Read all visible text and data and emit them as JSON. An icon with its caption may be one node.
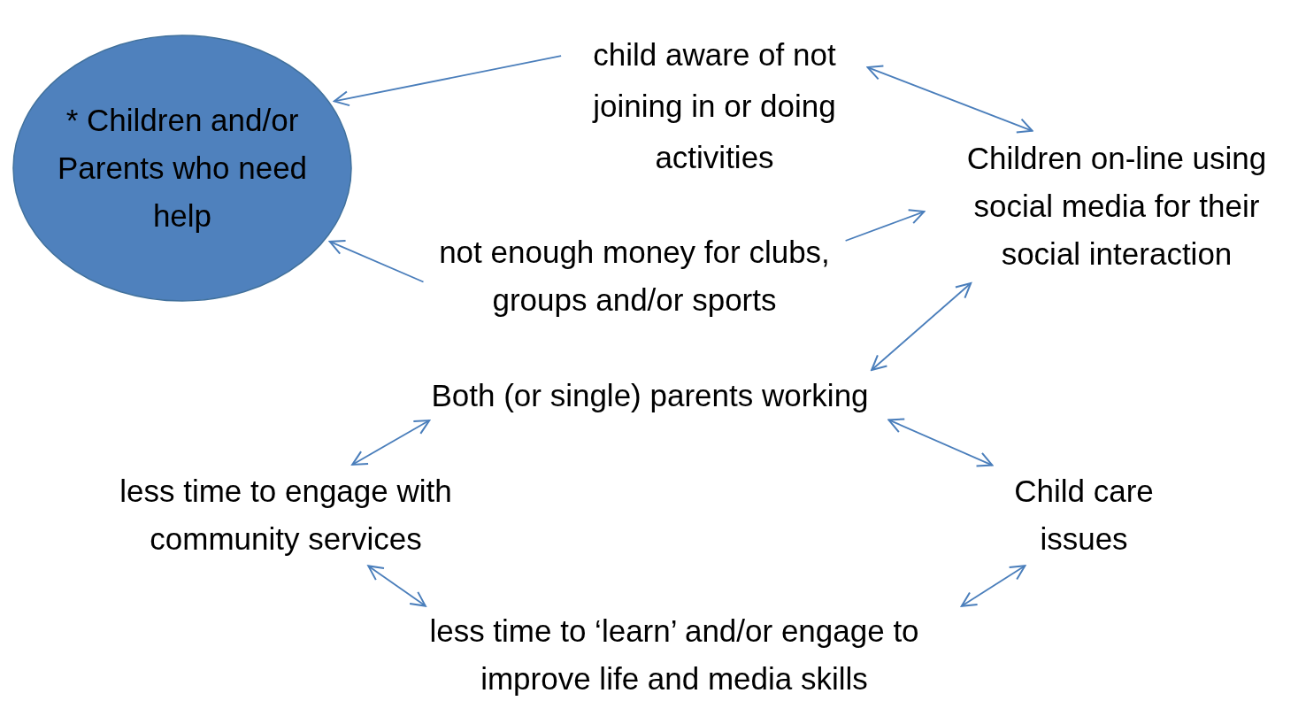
{
  "diagram": {
    "nodes": [
      {
        "text": [
          "* Children and/or Parents who need help"
        ]
      },
      {
        "text": [
          "child aware of not joining in or doing activities"
        ]
      },
      {
        "text": [
          "not enough money for clubs, groups and/or sports"
        ]
      },
      {
        "text": [
          "Children on-line using social media for their social interaction"
        ]
      },
      {
        "text": [
          "Both (or single) parents working"
        ]
      },
      {
        "text": [
          "less time to engage with community services"
        ]
      },
      {
        "text": [
          "Child care issues"
        ]
      },
      {
        "text": [
          "less time to ‘learn’ and/or engage to improve life and media skills"
        ]
      }
    ],
    "edges": [
      {
        "from": 1,
        "to": 0,
        "arrow": "to"
      },
      {
        "from": 1,
        "to": 3,
        "arrow": "both"
      },
      {
        "from": 2,
        "to": 3,
        "arrow": "to"
      },
      {
        "from": 2,
        "to": 0,
        "arrow": "to"
      },
      {
        "from": 4,
        "to": 3,
        "arrow": "both"
      },
      {
        "from": 4,
        "to": 6,
        "arrow": "both"
      },
      {
        "from": 4,
        "to": 5,
        "arrow": "both"
      },
      {
        "from": 5,
        "to": 7,
        "arrow": "both"
      },
      {
        "from": 6,
        "to": 7,
        "arrow": "both"
      }
    ]
  }
}
